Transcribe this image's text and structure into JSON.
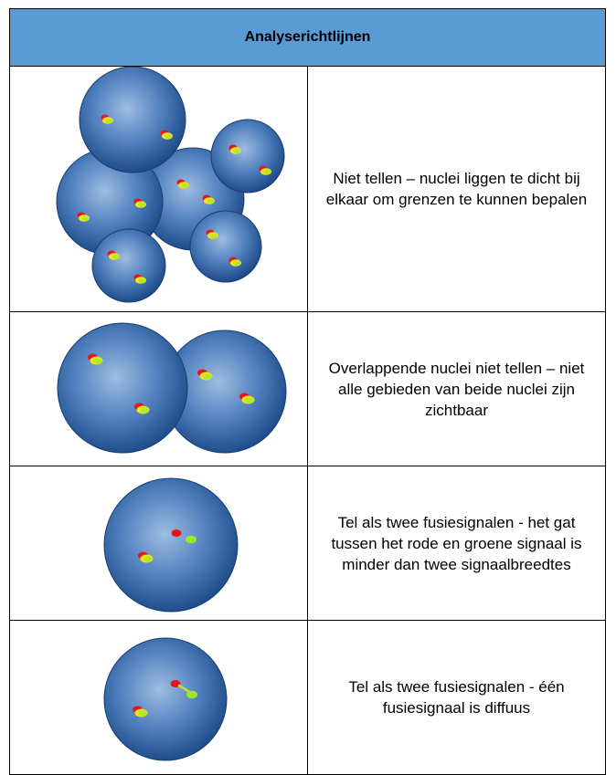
{
  "header": {
    "title": "Analyserichtlijnen"
  },
  "rows": [
    {
      "text": "Niet tellen – nuclei liggen te dicht bij elkaar om grenzen te kunnen bepalen"
    },
    {
      "text": "Overlappende nuclei niet tellen – niet alle gebieden van beide nuclei zijn zichtbaar"
    },
    {
      "text": "Tel als twee fusiesignalen - het gat tussen het rode en groene signaal is minder dan twee signaalbreedtes"
    },
    {
      "text": "Tel als twee fusiesignalen - één fusiesignaal is diffuus"
    }
  ],
  "colors": {
    "header_bg": "#5b9bd5",
    "nucleus_center": "#8fb3dc",
    "nucleus_edge": "#1d4a88",
    "signal_red": "#e8141c",
    "signal_green": "#b8e62a",
    "signal_yellow": "#f2e51a"
  }
}
